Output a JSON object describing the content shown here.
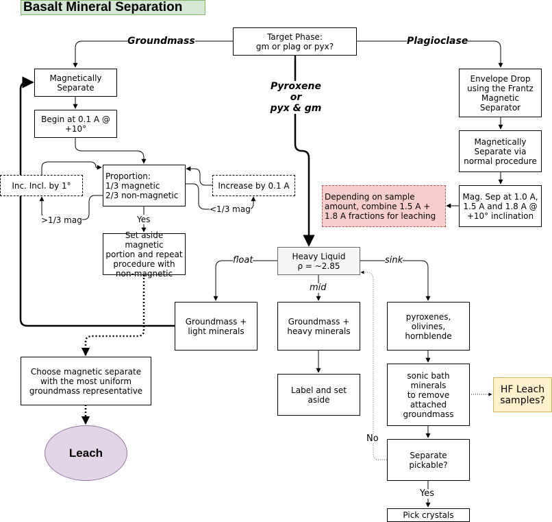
{
  "title": "Basalt Mineral Separation",
  "nodes": {
    "target_phase": "Target Phase:\ngm or plag or pyx?",
    "mag_separate": "Magnetically\nSeparate",
    "begin_01a": "Begin at 0.1 A @\n+10°",
    "proportion": "Proportion:\n1/3 magnetic\n2/3 non-magnetic",
    "inc_incl": "Inc. Incl. by 1°",
    "increase_01a": "Increase by 0.1 A",
    "set_aside_magnetic": "Set aside magnetic\nportion and repeat\nprocedure with\nnon-magnetic",
    "envelope_drop": "Envelope Drop\nusing the Frantz\nMagnetic Separator",
    "mag_sep_normal": "Magnetically\nSeparate via\nnormal procedure",
    "mag_sep_amps": "Mag. Sep at 1.0 A,\n1.5 A and 1.8 A @\n+10° inclination",
    "combine_note": "Depending on sample\namount, combine 1.5 A +\n1.8 A fractions for leaching",
    "heavy_liquid": "Heavy Liquid\nρ = ~2.85",
    "gm_light": "Groundmass +\nlight minerals",
    "gm_heavy": "Groundmass +\nheavy minerals",
    "pyroxenes": "pyroxenes,\nolivines,\nhornblende",
    "choose_mag": "Choose magnetic separate\nwith the most uniform\ngroundmass representative",
    "label_set_aside": "Label and set aside",
    "sonic_bath": "sonic bath minerals\nto remove\nattached\ngroundmass",
    "hf_leach": "HF Leach\nsamples?",
    "leach": "Leach",
    "separate_pickable": "Separate pickable?",
    "pick_crystals": "Pick crystals"
  },
  "edge_labels": {
    "groundmass": "Groundmass",
    "plagioclase": "Plagioclase",
    "pyroxene": "Pyroxene\nor\npyx & gm",
    "gt_third_mag": ">1/3 mag",
    "lt_third_mag": "<1/3 mag",
    "yes_proportion": "Yes",
    "float": "float",
    "mid": "mid",
    "sink": "sink",
    "no": "No",
    "yes_pickable": "Yes"
  }
}
